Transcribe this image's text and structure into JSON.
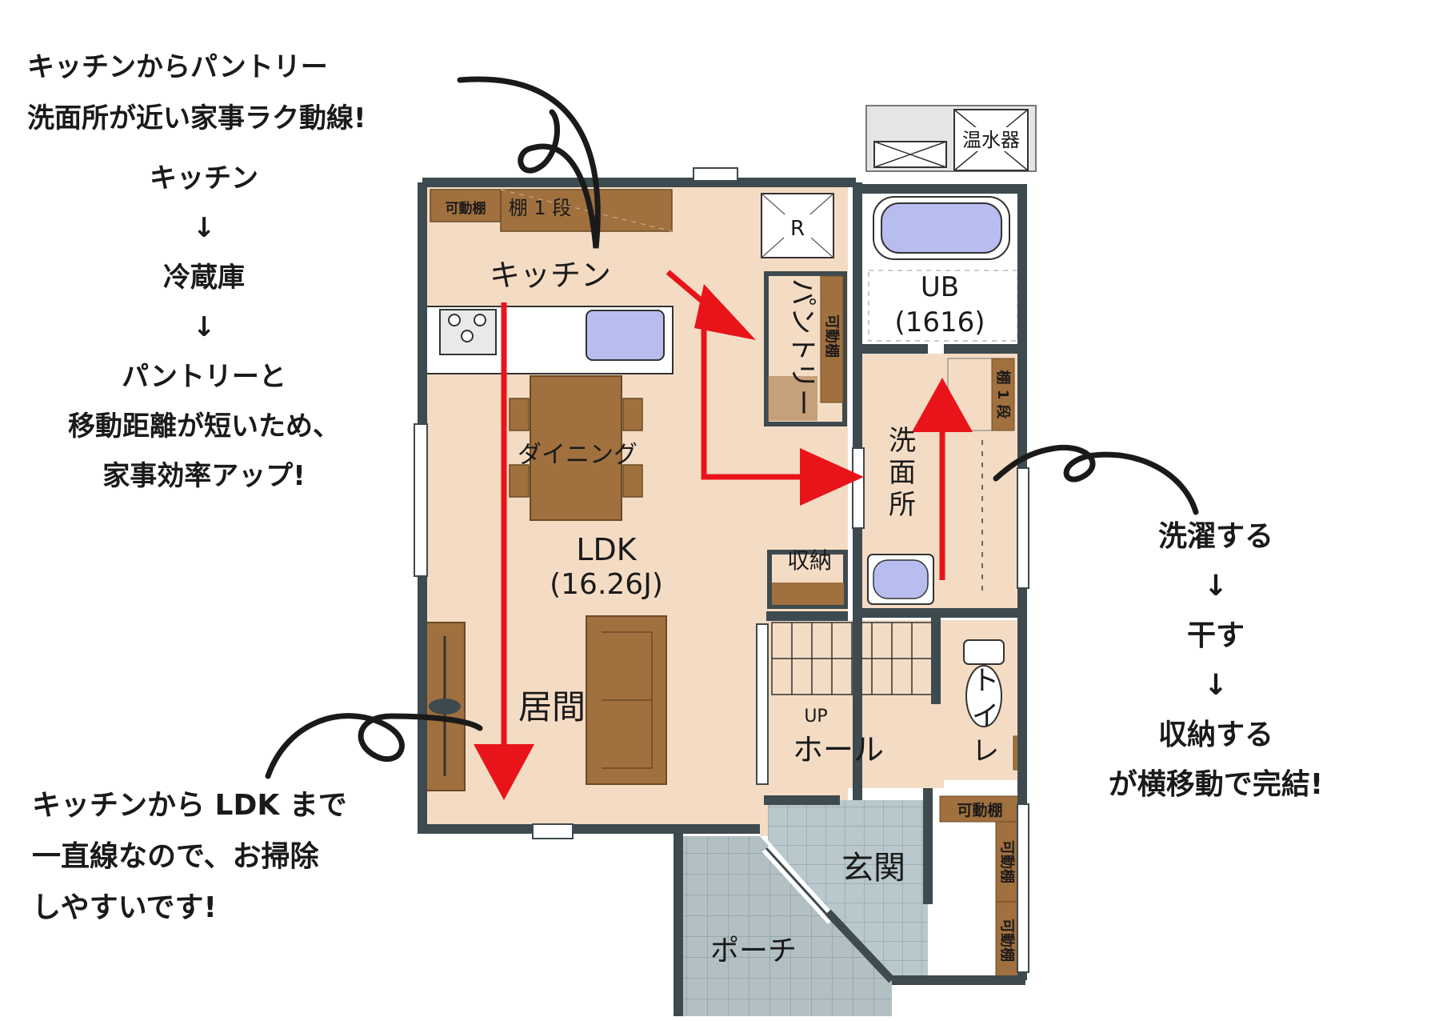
{
  "colors": {
    "floor": "#f4dcc4",
    "wall": "#3d4a4f",
    "furniture": "#a0703e",
    "tile": "#b9c8cc",
    "arrow": "#e8141a",
    "fixture": "#b8bdf0",
    "annotation": "#1a1a1a"
  },
  "notes": {
    "top_left": [
      "キッチンからパントリー",
      "洗面所が近い家事ラク動線!"
    ],
    "left_flow": [
      "キッチン",
      "↓",
      "冷蔵庫",
      "↓",
      "パントリーと",
      "移動距離が短いため、",
      "家事効率アップ!"
    ],
    "bottom_left": [
      "キッチンから LDK まで",
      "一直線なので、お掃除",
      "しやすいです!"
    ],
    "right_flow": [
      "洗濯する",
      "↓",
      "干す",
      "↓",
      "収納する",
      "が横移動で完結!"
    ]
  },
  "rooms": {
    "kitchen": "キッチン",
    "dining": "ダイニング",
    "ldk_name": "LDK",
    "ldk_size": "(16.26J)",
    "living": "居間",
    "pantry": "パントリー",
    "ub_name": "UB",
    "ub_size": "(1616)",
    "washroom": "洗面所",
    "storage": "収納",
    "hall": "ホール",
    "up": "UP",
    "toilet": "トイレ",
    "entrance": "玄関",
    "porch": "ポーチ",
    "water_heater": "温水器",
    "fridge": "R"
  },
  "shelves": {
    "kitchen_movable": "可動棚",
    "kitchen_one": "棚 1 段",
    "pantry_movable": "可動棚",
    "wash_one": "棚 1 段",
    "entrance_movable_1": "可動棚",
    "entrance_movable_2": "可動棚",
    "entrance_movable_3": "可動棚"
  }
}
